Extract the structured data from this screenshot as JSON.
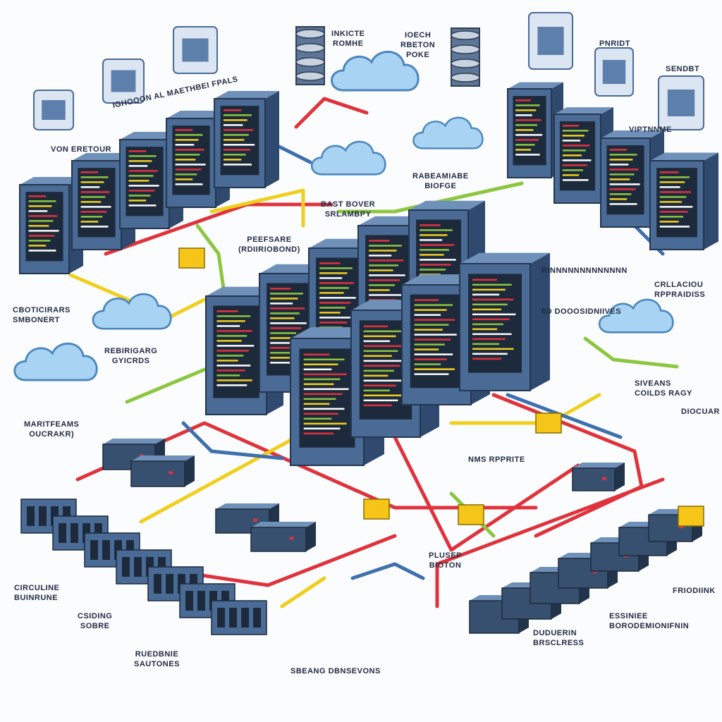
{
  "colors": {
    "rack_body": "#4a6b95",
    "rack_top": "#6f90b8",
    "rack_side": "#2f4a6e",
    "rack_panel": "#1d2a3c",
    "cloud": "#a9d3f2",
    "cloud_edge": "#4a86bd",
    "cable_red": "#e0323c",
    "cable_yellow": "#f0cf1c",
    "cable_green": "#8cc63f",
    "cable_blue": "#3e6fae",
    "switch": "#38506f",
    "text": "#1f2a44"
  },
  "labels": {
    "top_center_1": "INKICTE\nROMHE",
    "top_center_2": "IOECH\nRBETON\nPOKE",
    "top_right_1": "PNRIDT",
    "top_right_2": "SENDBT",
    "top_right_3": "VIPTNNME",
    "top_left_1": "VON ERETOUR",
    "top_left_2": "IGHOOON AL MAETHBEI FPALS",
    "mid_center_1": "RABEAMIABE\nBIOFGE",
    "mid_center_2": "BAST BOVER\nSRLAMBPY",
    "mid_center_3": "PEEFSARE\n(RDIIRIOBOND)",
    "mid_right_1": "RINNNNNNNNNNNNN",
    "mid_right_2": "6D DOOOSIDNIIVES",
    "mid_right_3": "CRLLACIOU\nRPPRAIDISS",
    "left_1": "CBOTICIRARS\nSMBONERT",
    "left_2": "REBIRIGARG\nGYICRDS",
    "left_3": "MARITFEAMS\nOUCRAKR)",
    "right_1": "SIVEANS\nCOILDS RAGY",
    "right_2": "DIOCUAR",
    "center_1": "NMS RPPRITE",
    "center_2": "PLUSEP\nBIOTON",
    "bottom_left_1": "CIRCULINE\nBUINRUNE",
    "bottom_left_2": "CSIDING\nSOBRE",
    "bottom_left_3": "RUEDBNIE\nSAUTONES",
    "bottom_center": "SBEANG DBNSEVONS",
    "bottom_right_1": "DUDUERIN\nBRSCLRESS",
    "bottom_right_2": "ESSINIEE\nBORODEMIONIFNIN",
    "bottom_right_3": "FRIODIINK"
  }
}
